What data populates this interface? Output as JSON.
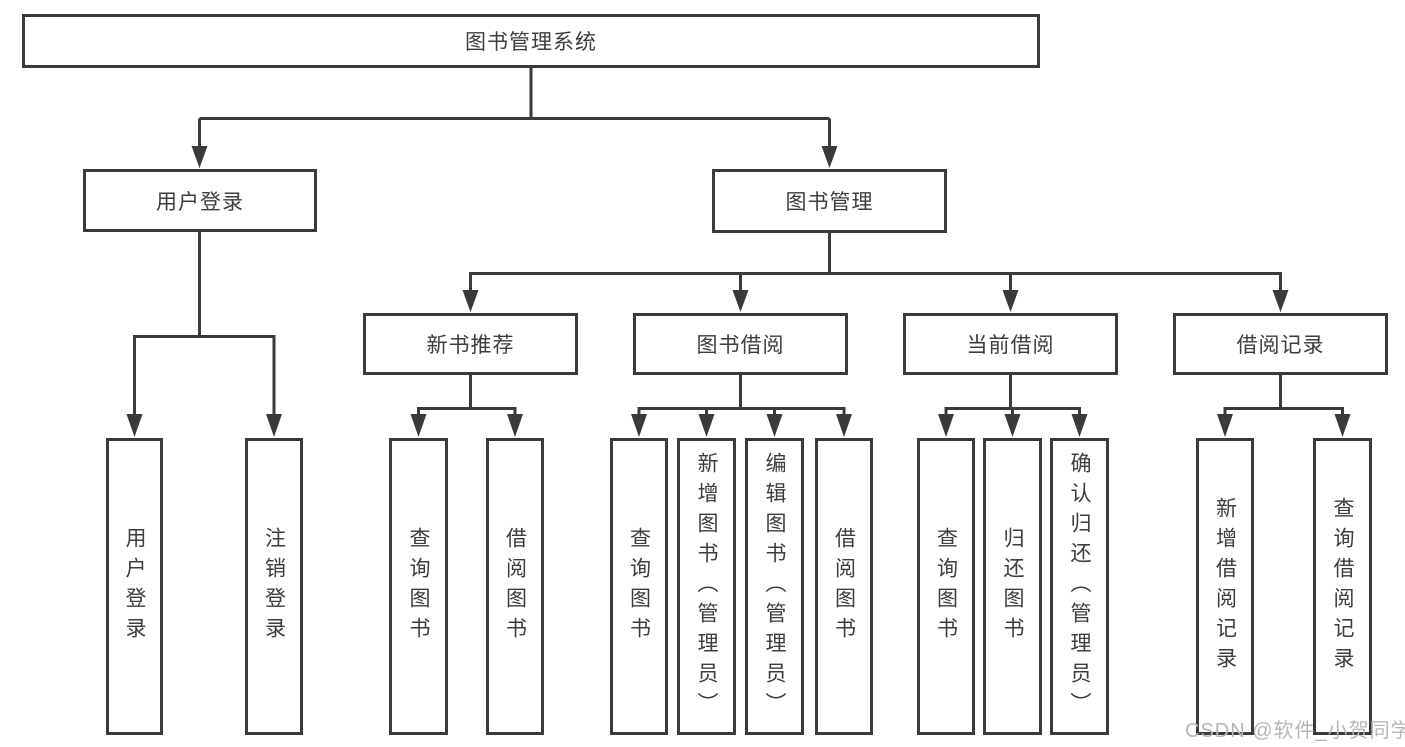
{
  "diagram": {
    "root": {
      "label": "图书管理系统"
    },
    "branches": [
      {
        "label": "用户登录",
        "leaves": [
          "用户登录",
          "注销登录"
        ]
      },
      {
        "label": "图书管理",
        "groups": [
          {
            "label": "新书推荐",
            "leaves": [
              "查询图书",
              "借阅图书"
            ]
          },
          {
            "label": "图书借阅",
            "leaves": [
              "查询图书",
              "新增图书（管理员）",
              "编辑图书（管理员）",
              "借阅图书"
            ]
          },
          {
            "label": "当前借阅",
            "leaves": [
              "查询图书",
              "归还图书",
              "确认归还（管理员）"
            ]
          },
          {
            "label": "借阅记录",
            "leaves": [
              "新增借阅记录",
              "查询借阅记录"
            ]
          }
        ]
      }
    ],
    "watermark": "CSDN @软件_小贺同学",
    "colors": {
      "line": "#3a3a3a",
      "text": "#3d3d3d",
      "background": "#ffffff",
      "watermark": "#b7b7b7"
    }
  }
}
